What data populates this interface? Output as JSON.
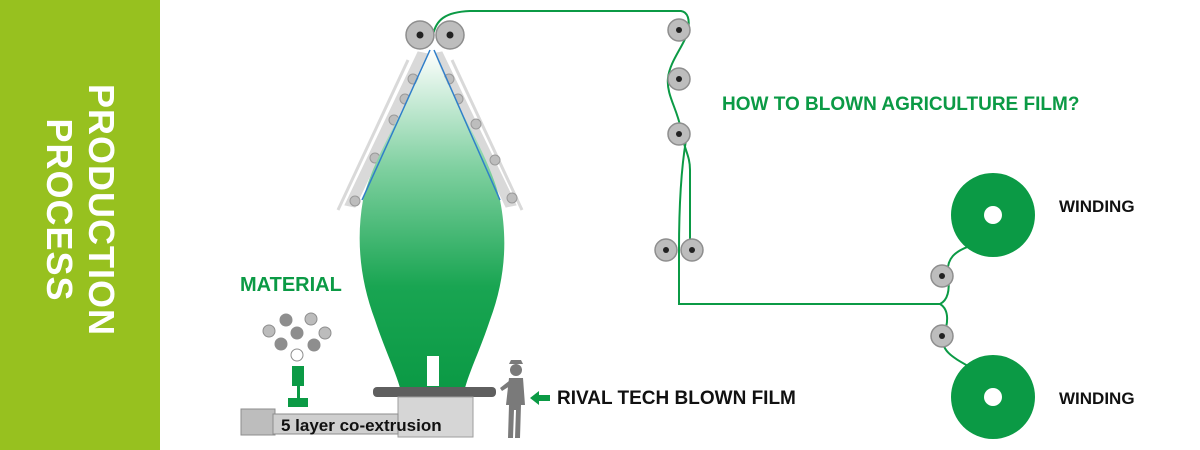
{
  "side_title": {
    "line1": "PRODUCTION",
    "line2": "PROCESS"
  },
  "labels": {
    "headline": "HOW TO BLOWN AGRICULTURE FILM?",
    "material": "MATERIAL",
    "extrusion": "5 layer co-extrusion",
    "machine": "RIVAL TECH BLOWN FILM",
    "winding_top": "WINDING",
    "winding_bottom": "WINDING"
  },
  "colors": {
    "side_band": "#97c11f",
    "film_green": "#0b9a45",
    "roller_grey": "#bdbdbd",
    "frame_grey": "#d9d9d9",
    "bubble_blue": "#2f7fc9",
    "text_dark": "#111111"
  },
  "icons": [
    "roller-icon",
    "arrow-left-icon",
    "operator-icon",
    "winding-roll-icon",
    "material-pellets-icon"
  ]
}
